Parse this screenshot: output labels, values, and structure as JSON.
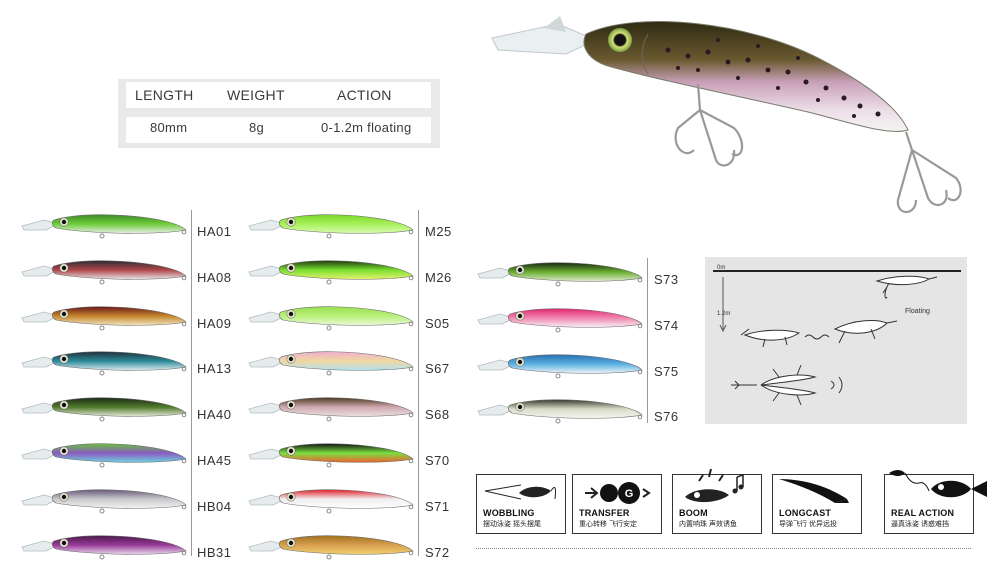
{
  "spec_table": {
    "headers": [
      "LENGTH",
      "WEIGHT",
      "ACTION"
    ],
    "values": [
      "80mm",
      "8g",
      "0-1.2m floating"
    ]
  },
  "columns": [
    {
      "items": [
        {
          "code": "HA01",
          "body": "#6fce3a",
          "belly": "#e8ece8",
          "back": "#3d8a2a"
        },
        {
          "code": "HA08",
          "body": "#b0474a",
          "belly": "#e6e6e6",
          "back": "#2b2b34"
        },
        {
          "code": "HA09",
          "body": "#c5862a",
          "belly": "#f0e4c0",
          "back": "#6a1a1a"
        },
        {
          "code": "HA13",
          "body": "#2c8a9a",
          "belly": "#dfe9ec",
          "back": "#20303a"
        },
        {
          "code": "HA40",
          "body": "#4f7a2a",
          "belly": "#e6e6d8",
          "back": "#1f2a1a"
        },
        {
          "code": "HA45",
          "body": "#8a5ac0",
          "belly": "#6ed0e0",
          "back": "#6ac040"
        },
        {
          "code": "HB04",
          "body": "#c8c8cc",
          "belly": "#f2f2f2",
          "back": "#6a5a7a"
        },
        {
          "code": "HB31",
          "body": "#9a3a9a",
          "belly": "#e6d8ea",
          "back": "#4a1a4a"
        }
      ]
    },
    {
      "items": [
        {
          "code": "M25",
          "body": "#a8f05a",
          "belly": "#d8fbb0",
          "back": "#7ad82a"
        },
        {
          "code": "M26",
          "body": "#7ae030",
          "belly": "#e8f070",
          "back": "#1f3a10"
        },
        {
          "code": "S05",
          "body": "#b8f07a",
          "belly": "#eaf8d8",
          "back": "#9ae050"
        },
        {
          "code": "S67",
          "body": "#f0d8a0",
          "belly": "#b0e0f0",
          "back": "#f0b0d0"
        },
        {
          "code": "S68",
          "body": "#d0a8b0",
          "belly": "#eae0e0",
          "back": "#4a3a20"
        },
        {
          "code": "S70",
          "body": "#7ae040",
          "belly": "#f06030",
          "back": "#151515"
        },
        {
          "code": "S71",
          "body": "#f0eef0",
          "belly": "#ffffff",
          "back": "#e0202a"
        },
        {
          "code": "S72",
          "body": "#d8a050",
          "belly": "#f0d070",
          "back": "#a07020"
        }
      ]
    },
    {
      "items": [
        {
          "code": "S73",
          "body": "#6ab030",
          "belly": "#e0e8d0",
          "back": "#1a2a14"
        },
        {
          "code": "S74",
          "body": "#f088b0",
          "belly": "#f8f0f4",
          "back": "#e02870"
        },
        {
          "code": "S75",
          "body": "#5ab0e0",
          "belly": "#eef4f8",
          "back": "#2a70b0"
        },
        {
          "code": "S76",
          "body": "#d8dcc8",
          "belly": "#f6f6f0",
          "back": "#3a3a30"
        }
      ]
    }
  ],
  "diagram": {
    "depth_top": "0m",
    "depth_bottom": "1.2m",
    "floating_label": "Floating"
  },
  "features": [
    {
      "title": "WOBBLING",
      "subtitle": "摆动泳姿 摇头摆尾",
      "icon": "wobbling-icon"
    },
    {
      "title": "TRANSFER",
      "subtitle": "重心转移 飞行安定",
      "icon": "transfer-icon",
      "badge": "G"
    },
    {
      "title": "BOOM",
      "subtitle": "内置响珠 声效诱鱼",
      "icon": "boom-icon"
    },
    {
      "title": "LONGCAST",
      "subtitle": "导弹飞行 优异远投",
      "icon": "longcast-icon"
    },
    {
      "title": "REAL ACTION",
      "subtitle": "逼真泳姿 诱惑难挡",
      "icon": "real-action-icon"
    }
  ]
}
